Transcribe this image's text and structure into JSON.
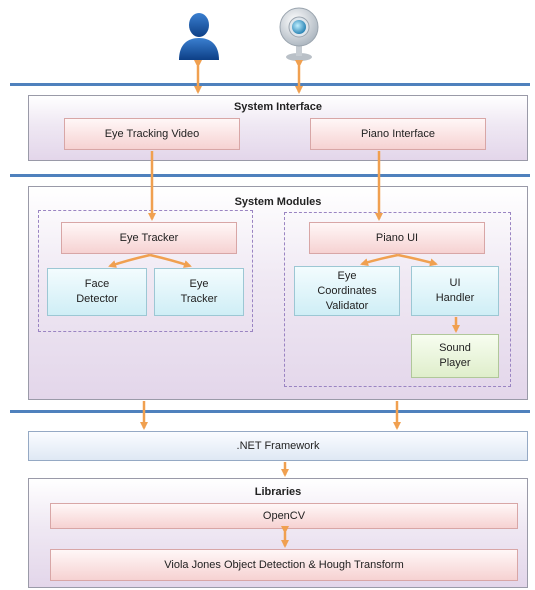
{
  "colors": {
    "separator": "#4f81bd",
    "arrow": "#f0a050",
    "panel_border": "#9a9aa8",
    "module_dash": "#9a84c2"
  },
  "icons": {
    "user": "user-icon",
    "webcam": "webcam-icon"
  },
  "system_interface": {
    "title": "System Interface",
    "eye_tracking_video": "Eye Tracking Video",
    "piano_interface": "Piano Interface"
  },
  "system_modules": {
    "title": "System Modules",
    "eye_tracker": "Eye Tracker",
    "face_detector": "Face\nDetector",
    "eye_tracker_sub": "Eye\nTracker",
    "piano_ui": "Piano UI",
    "eye_coordinates_validator": "Eye\nCoordinates\nValidator",
    "ui_handler": "UI\nHandler",
    "sound_player": "Sound\nPlayer"
  },
  "framework": {
    "label": ".NET Framework"
  },
  "libraries": {
    "title": "Libraries",
    "opencv": "OpenCV",
    "viola_jones": "Viola Jones Object Detection & Hough Transform"
  }
}
